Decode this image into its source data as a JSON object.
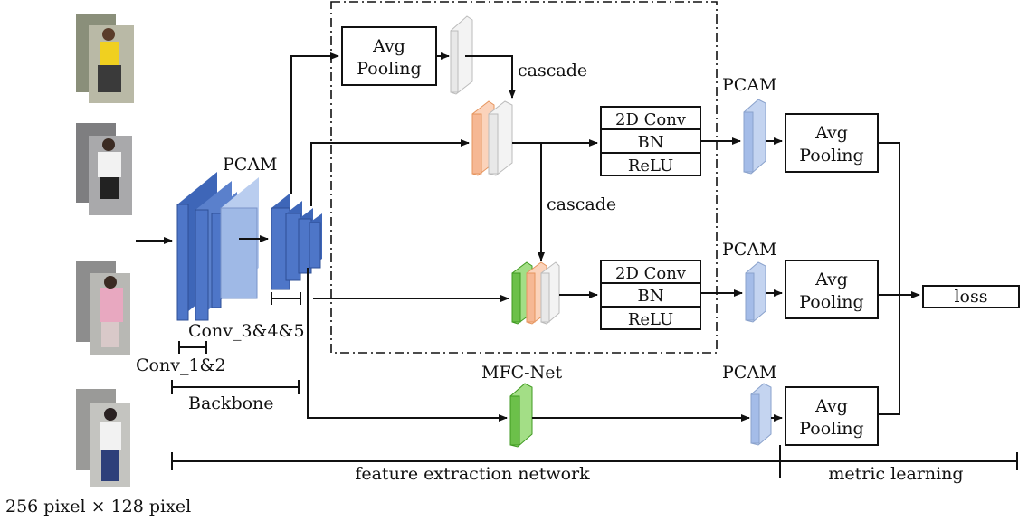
{
  "labels": {
    "avg_pooling_line1": "Avg",
    "avg_pooling_line2": "Pooling",
    "cascade": "cascade",
    "pcam": "PCAM",
    "conv2d": "2D Conv",
    "bn": "BN",
    "relu": "ReLU",
    "conv_3_4_5": "Conv_3&4&5",
    "conv_1_2": "Conv_1&2",
    "backbone": "Backbone",
    "mfc_net": "MFC-Net",
    "loss": "loss",
    "feature_extraction": "feature extraction network",
    "metric_learning": "metric learning",
    "input_size": "256 pixel × 128 pixel"
  },
  "colors": {
    "backbone_dark": "#4e76c8",
    "backbone_light": "#9fb9e6",
    "pcam_blue": "#a4bce8",
    "orange": "#f6b894",
    "green": "#6cc04a",
    "gray": "#e8e8e8"
  }
}
